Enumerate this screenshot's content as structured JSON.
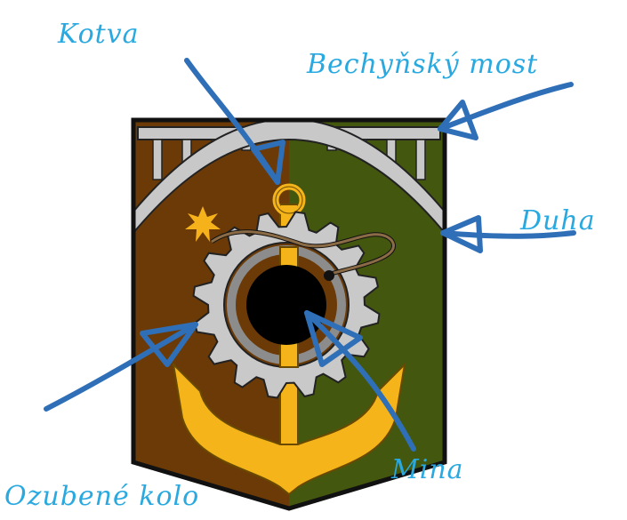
{
  "labels": {
    "anchor": "Kotva",
    "bridge": "Bechyňský most",
    "rainbow": "Duha",
    "gear": "Ozubené kolo",
    "mine": "Mina"
  },
  "colors": {
    "left_field": "#6b3a06",
    "right_field": "#44570f",
    "border": "#111111",
    "bridge": "#c8c8c8",
    "gear": "#c9c9c9",
    "anchor": "#f5b51a",
    "mine": "#000000",
    "arrow": "#2f6fb8",
    "label": "#29a9e0",
    "spark": "#f6b21b"
  },
  "icons": {
    "anchor": "anchor-icon",
    "gear": "gear-icon",
    "mine": "naval-mine-icon",
    "bridge": "arch-bridge-icon",
    "spark": "spark-icon"
  }
}
